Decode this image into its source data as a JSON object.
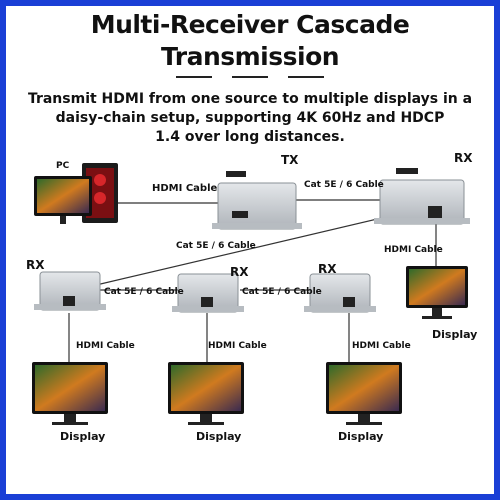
{
  "title_line1": "Multi-Receiver Cascade",
  "title_line2": "Transmission",
  "subtitle_line1": "Transmit HDMI from one source to multiple displays in a",
  "subtitle_line2": "daisy-chain setup, supporting 4K 60Hz and HDCP",
  "subtitle_line3": "1.4 over long distances.",
  "labels": {
    "pc": "PC",
    "tx": "TX",
    "rx": "RX",
    "hdmi_cable": "HDMI Cable",
    "cat_cable": "Cat 5E / 6 Cable",
    "display": "Display"
  },
  "colors": {
    "border": "#1a3fd6",
    "device": "#c9cdd2",
    "cable": "#333333"
  }
}
